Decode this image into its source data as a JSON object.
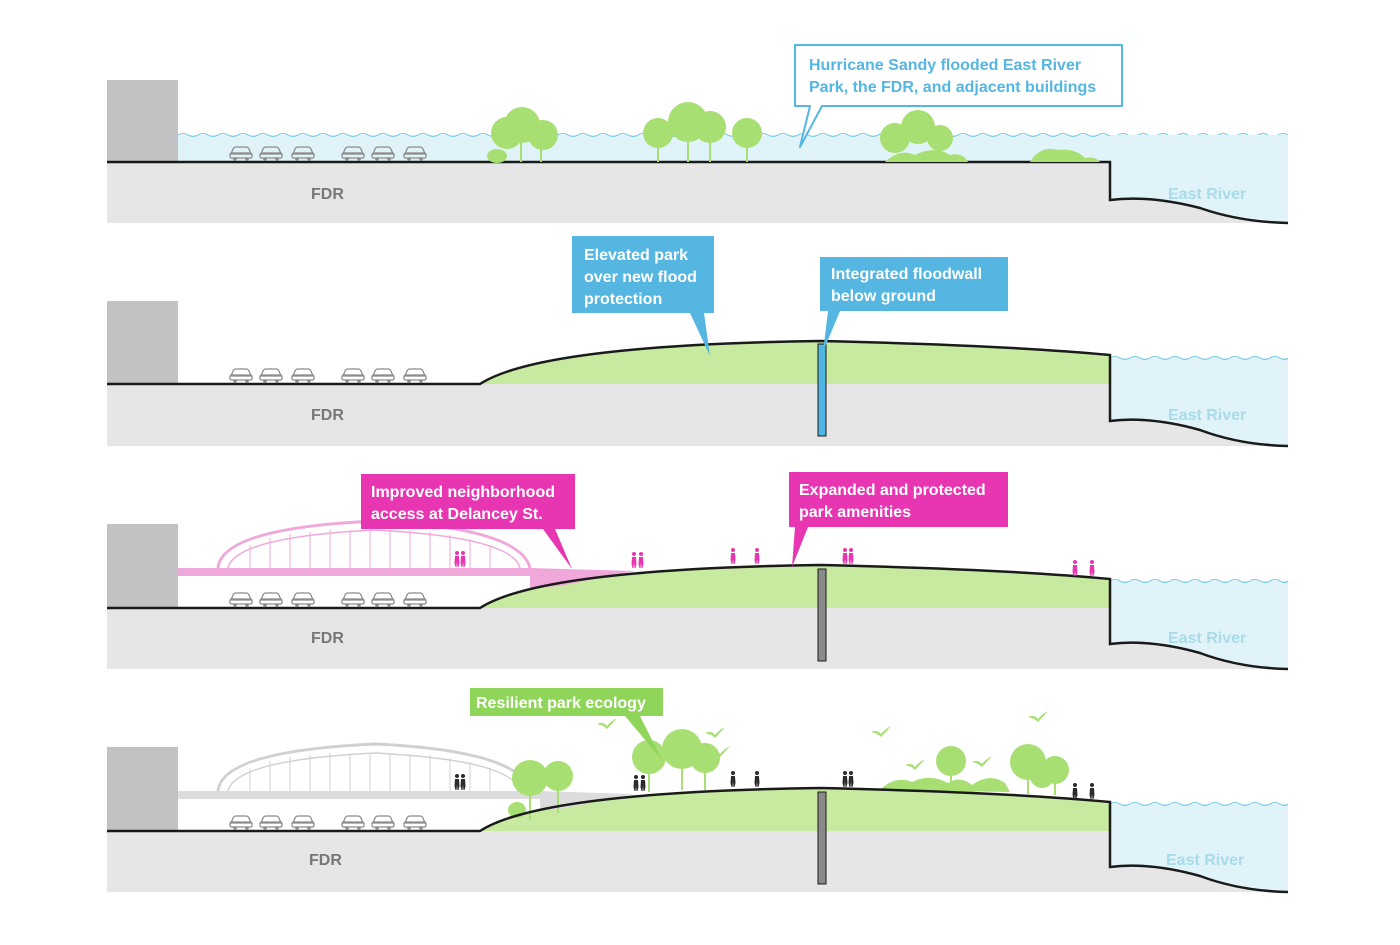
{
  "colors": {
    "building": "#c2c2c4",
    "ground": "#e6e6e6",
    "water": "#dff3f8",
    "water_line": "#6fc6e0",
    "park": "#c8eaa0",
    "tree": "#a8df72",
    "floodwall_blue": "#4fb6e3",
    "floodwall_grey": "#8a8a8a",
    "callout_blue": "#55b6e2",
    "callout_pink": "#e835b2",
    "callout_green": "#8fd55a",
    "bridge_pink": "#f0a7d9",
    "bridge_grey": "#dcdcdc"
  },
  "labels": {
    "fdr": "FDR",
    "east_river": "East River"
  },
  "callouts": {
    "sandy": [
      "Hurricane Sandy flooded East River",
      "Park, the FDR, and adjacent buildings"
    ],
    "elevated": [
      "Elevated park",
      "over new flood",
      "protection"
    ],
    "floodwall": [
      "Integrated floodwall",
      "below ground"
    ],
    "access": [
      "Improved neighborhood",
      "access at Delancey St."
    ],
    "amenities": [
      "Expanded and protected",
      "park amenities"
    ],
    "ecology": [
      "Resilient park ecology"
    ]
  },
  "icons": {
    "car": "car-icon",
    "tree": "tree-icon",
    "person": "person-icon",
    "bird": "bird-icon"
  }
}
